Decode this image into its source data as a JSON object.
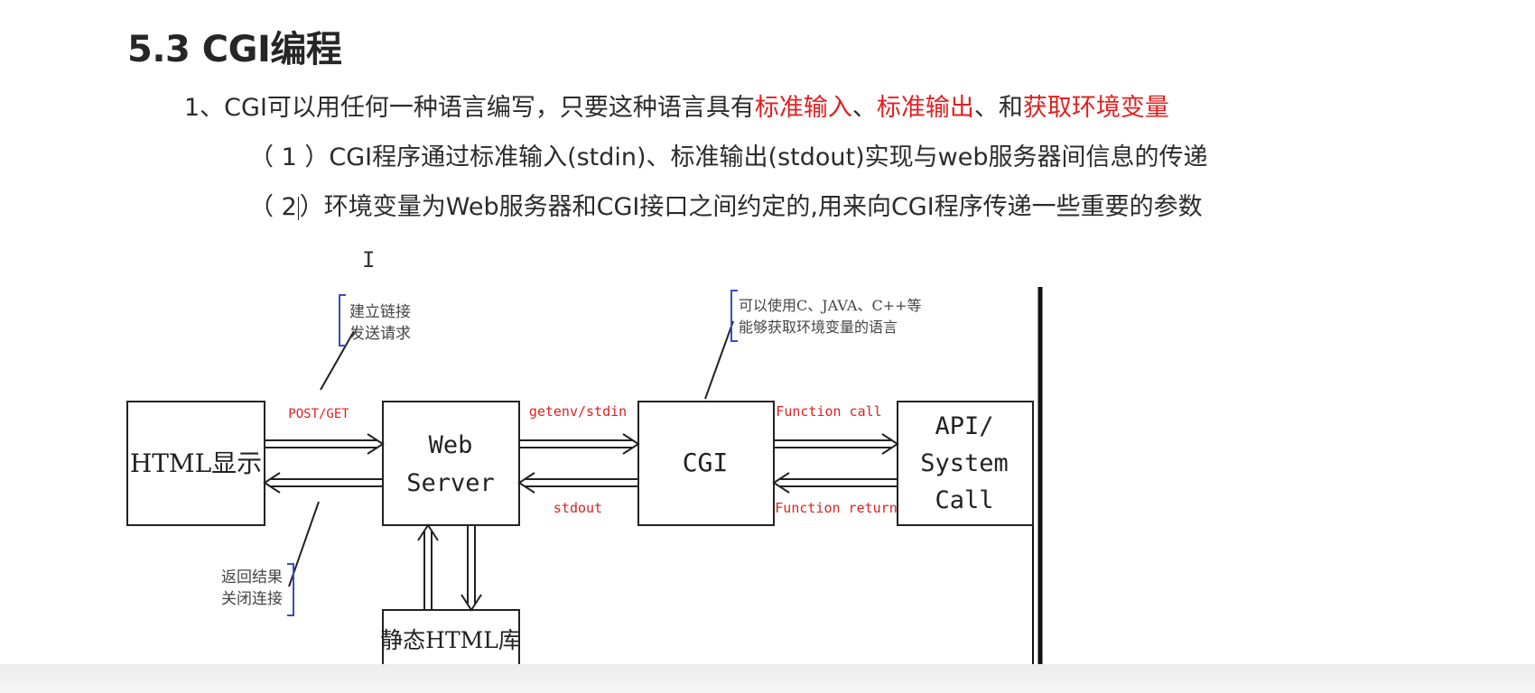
{
  "slide": {
    "title": "5.3 CGI编程",
    "point1": {
      "prefix": "1、CGI可以用任何一种语言编写，只要这种语言具有",
      "red1": "标准输入",
      "sep1": "、",
      "red2": "标准输出",
      "sep2": "、和",
      "red3": "获取环境变量"
    },
    "sub1": "（ 1 ）CGI程序通过标准输入(stdin)、标准输出(stdout)实现与web服务器间信息的传递",
    "sub2_a": "（ 2",
    "sub2_b": "）环境变量为Web服务器和CGI接口之间约定的,用来向CGI程序传递一些重要的参数"
  },
  "diagram": {
    "boxes": {
      "html_display": "HTML显示",
      "web_server_1": "Web",
      "web_server_2": "Server",
      "cgi": "CGI",
      "api_1": "API/",
      "api_2": "System",
      "api_3": "Call",
      "static_html": "静态HTML库"
    },
    "arrow_labels": {
      "post_get": "POST/GET",
      "getenv_stdin": "getenv/stdin",
      "stdout": "stdout",
      "function_call": "Function call",
      "function_return": "Function return"
    },
    "notes": {
      "connect_1": "建立链接",
      "connect_2": "发送请求",
      "return_1": "返回结果",
      "return_2": "关闭连接",
      "lang_1": "可以使用C、JAVA、C++等",
      "lang_2": "能够获取环境变量的语言"
    },
    "colors": {
      "arrow_label": "#e02020",
      "bracket": "#3b4cc0",
      "line": "#222222"
    }
  }
}
